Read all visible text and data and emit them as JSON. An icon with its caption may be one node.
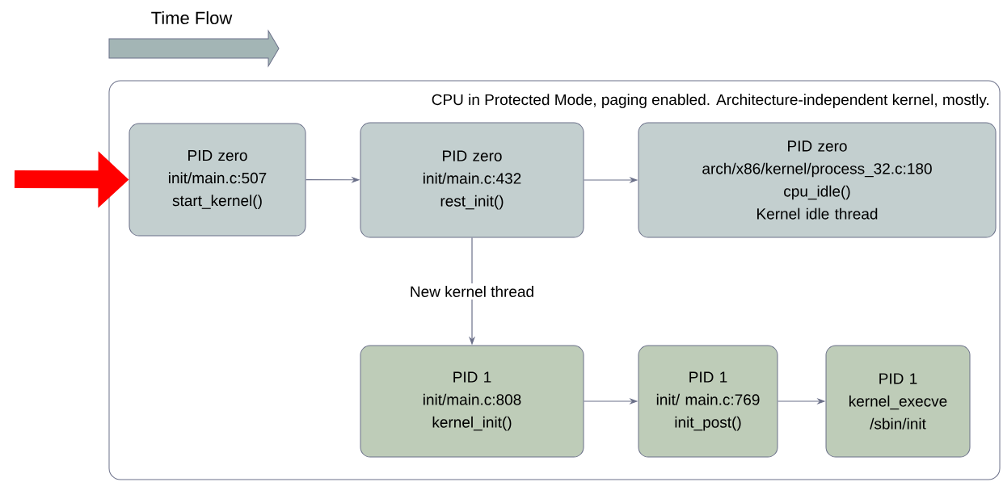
{
  "diagram": {
    "nodes": [
      {
        "text": [
          "CPU in Protected Mode, paging enabled. Architecture-independent kernel, mostly."
        ]
      },
      {
        "text": [
          "PID zero",
          "init/main.c:507",
          "start_kernel()"
        ],
        "in": 0
      },
      {
        "text": [
          "PID zero",
          "init/main.c:432",
          "rest_init()"
        ],
        "in": 0
      },
      {
        "text": [
          "PID zero",
          "arch/x86/kernel/process_32.c:180",
          "cpu_idle()",
          "Kernel idle thread"
        ],
        "in": 0
      },
      {
        "text": [
          "PID 1",
          "init/main.c:808",
          "kernel_init()"
        ],
        "in": 0
      },
      {
        "text": [
          "PID 1",
          "init/ main.c:769",
          "init_post()"
        ],
        "in": 0
      },
      {
        "text": [
          "PID 1",
          "kernel_execve",
          "/sbin/init"
        ],
        "in": 0
      }
    ],
    "edges": [
      {
        "from": null,
        "to": 1,
        "arrow": "to",
        "style": "thick",
        "color": "#ff0000"
      },
      {
        "from": 1,
        "to": 2,
        "arrow": "to"
      },
      {
        "from": 2,
        "to": 3,
        "arrow": "to"
      },
      {
        "from": 2,
        "to": 4,
        "arrow": "to",
        "label": "New kernel thread"
      },
      {
        "from": 4,
        "to": 5,
        "arrow": "to"
      },
      {
        "from": 5,
        "to": 6,
        "arrow": "to"
      }
    ],
    "labels": [
      "Time Flow"
    ]
  }
}
